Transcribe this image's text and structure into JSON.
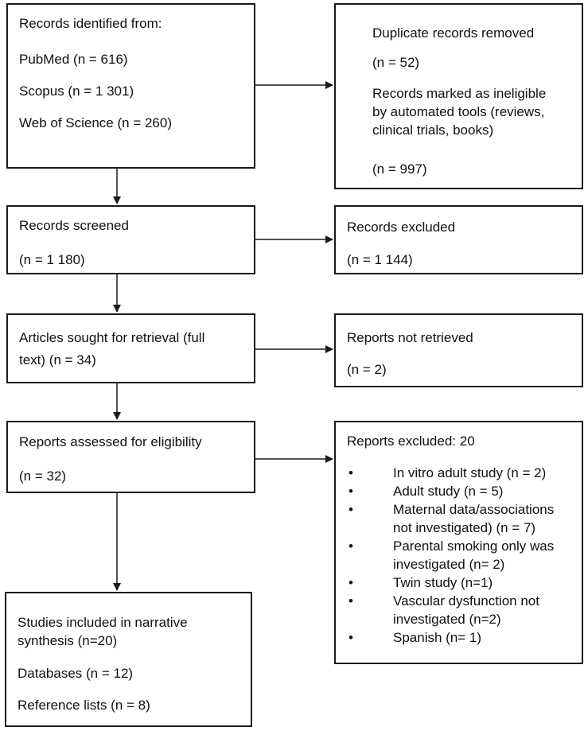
{
  "identification": {
    "heading": "Records identified from:",
    "sources": [
      "PubMed (n = 616)",
      "Scopus (n = 1 301)",
      "Web of Science (n = 260)"
    ]
  },
  "removed": {
    "line1": "Duplicate records removed",
    "line2": "(n = 52)",
    "line3": "Records marked as ineligible",
    "line4": "by automated tools (reviews,",
    "line5": "clinical trials, books)",
    "line6": "(n = 997)"
  },
  "screened": {
    "label": "Records screened",
    "count": "(n = 1 180)"
  },
  "excluded": {
    "label": "Records excluded",
    "count": "(n = 1 144)"
  },
  "sought": {
    "line1": "Articles sought for retrieval (full",
    "line2": "text) (n = 34)"
  },
  "not_retrieved": {
    "label": "Reports not retrieved",
    "count": "(n = 2)"
  },
  "assessed": {
    "label": "Reports assessed for eligibility",
    "count": "(n = 32)"
  },
  "reports_excluded": {
    "heading": "Reports excluded: 20",
    "bullet": "•",
    "items": [
      [
        "In vitro adult study (n = 2)"
      ],
      [
        "Adult study (n = 5)"
      ],
      [
        "Maternal data/associations",
        "not investigated) (n = 7)"
      ],
      [
        "Parental smoking only was",
        "investigated (n= 2)"
      ],
      [
        "Twin study (n=1)"
      ],
      [
        "Vascular dysfunction not",
        "investigated (n=2)"
      ],
      [
        "Spanish (n= 1)"
      ]
    ]
  },
  "included": {
    "line1": "Studies included in narrative",
    "line2": "synthesis (n=20)",
    "databases": "Databases (n = 12)",
    "references": "Reference lists (n = 8)"
  }
}
